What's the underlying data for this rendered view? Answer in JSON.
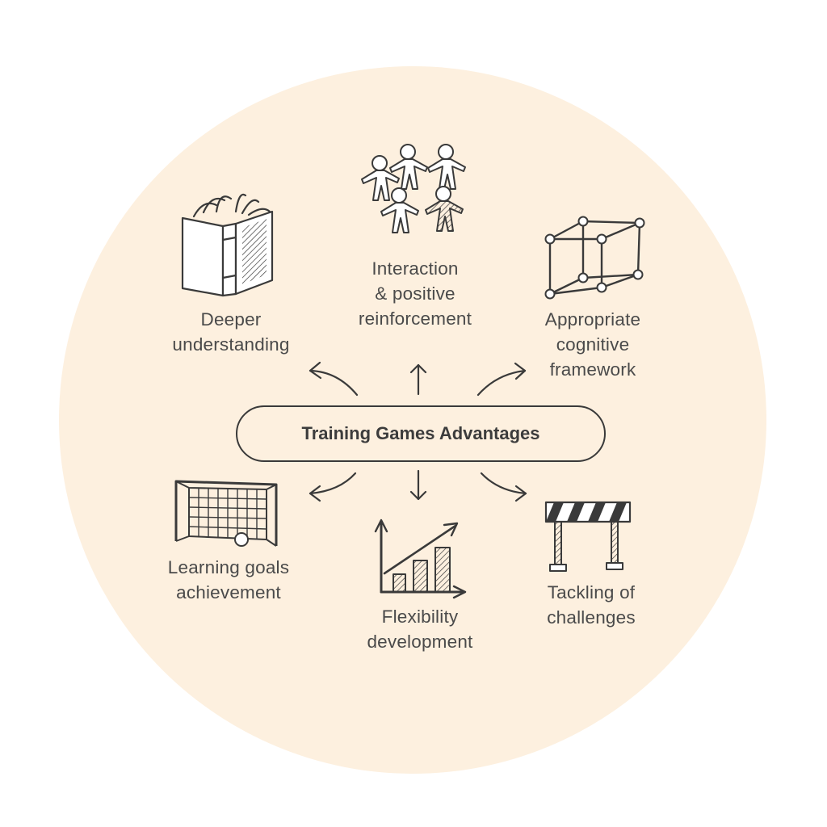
{
  "center": {
    "title": "Training Games Advantages"
  },
  "items": [
    {
      "id": "deeper",
      "icon": "open-book-icon",
      "lines": [
        "Deeper",
        "understanding"
      ]
    },
    {
      "id": "interaction",
      "icon": "people-circle-icon",
      "lines": [
        "Interaction",
        "& positive",
        "reinforcement"
      ]
    },
    {
      "id": "framework",
      "icon": "wireframe-cube-icon",
      "lines": [
        "Appropriate",
        "cognitive",
        "framework"
      ]
    },
    {
      "id": "goals",
      "icon": "soccer-goal-icon",
      "lines": [
        "Learning goals",
        "achievement"
      ]
    },
    {
      "id": "flexibility",
      "icon": "growth-bar-chart-icon",
      "lines": [
        "Flexibility",
        "development"
      ]
    },
    {
      "id": "challenges",
      "icon": "hurdle-barrier-icon",
      "lines": [
        "Tackling of",
        "challenges"
      ]
    }
  ],
  "colors": {
    "background_circle": "#fdf0df",
    "ink": "#3a3a3a",
    "text": "#4a4a4a"
  }
}
